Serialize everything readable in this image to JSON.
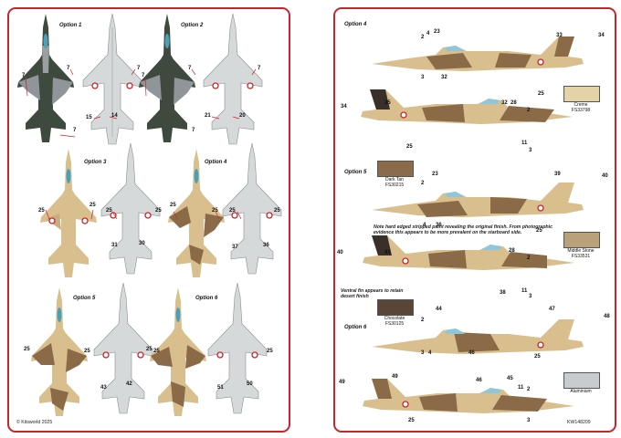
{
  "colors": {
    "border": "#c8242b",
    "roundel_red": "#c8242b",
    "dark_green": "#3f4a3e",
    "grey": "#9aa0a2",
    "light_grey": "#d6d9da",
    "sand": "#d9bf8e",
    "brown": "#8b6a48",
    "creme": "#e3d3a6",
    "dark_tan": "#8a6b4a",
    "middle_stone": "#b9a17a",
    "chocolate": "#5a4636",
    "aluminium": "#c9ccce"
  },
  "left": {
    "options": [
      "Option 1",
      "Option 2",
      "Option 3",
      "Option 4",
      "Option 5",
      "Option 6"
    ],
    "callouts": {
      "o1": [
        "7",
        "7",
        "7",
        "7",
        "15",
        "14"
      ],
      "o2": [
        "7",
        "7",
        "7",
        "7",
        "21",
        "20"
      ],
      "o3": [
        "25",
        "25",
        "25",
        "25",
        "31",
        "30"
      ],
      "o4": [
        "25",
        "25",
        "25",
        "25",
        "37",
        "36"
      ],
      "o5": [
        "25",
        "25",
        "25",
        "43",
        "42"
      ],
      "o6": [
        "25",
        "25",
        "51",
        "50"
      ]
    },
    "copyright": "© Kitsworld 2025"
  },
  "right": {
    "options": [
      "Option 4",
      "Option 5",
      "Option 6"
    ],
    "callouts": {
      "r1": [
        "2",
        "4",
        "23",
        "33",
        "34",
        "3",
        "32",
        "25"
      ],
      "r2": [
        "34",
        "35",
        "25",
        "32",
        "28",
        "2",
        "11",
        "3"
      ],
      "r3": [
        "2",
        "23",
        "39",
        "40",
        "4",
        "36",
        "25"
      ],
      "r4": [
        "40",
        "41",
        "28",
        "2",
        "38",
        "11",
        "3"
      ],
      "r5": [
        "2",
        "44",
        "47",
        "48",
        "3",
        "4",
        "46",
        "25"
      ],
      "r6": [
        "49",
        "49",
        "46",
        "45",
        "11",
        "2",
        "25",
        "3"
      ]
    },
    "swatches": [
      {
        "name": "Creme",
        "code": "FS33798"
      },
      {
        "name": "Dark Tan",
        "code": "FS30215"
      },
      {
        "name": "Middle Stone",
        "code": "FS33531"
      },
      {
        "name": "Chocolate",
        "code": "FS30125"
      },
      {
        "name": "Aluminium",
        "code": ""
      }
    ],
    "notes": [
      "Note hard edged stripped paint revealing the original finish. From photographic evidence this appears to be more prevalent on the starboard side.",
      "Ventral fin appears to retain desert finish"
    ],
    "catalog": "KW148209"
  }
}
